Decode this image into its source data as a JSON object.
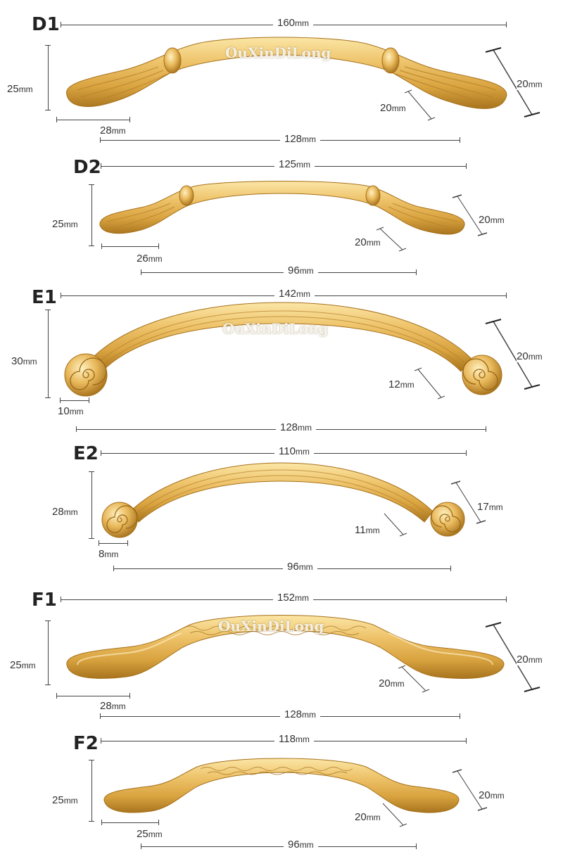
{
  "colors": {
    "gold_light": "#f8dc8f",
    "gold_mid": "#e3b24f",
    "gold_dark": "#b57f23",
    "line": "#444444"
  },
  "watermark": "OuXinDiLong",
  "handles": [
    {
      "model": "D1",
      "total": "160",
      "height": "25",
      "end_width": "28",
      "center": "128",
      "depth": "20",
      "bar": "20",
      "unit": "mm"
    },
    {
      "model": "D2",
      "total": "125",
      "height": "25",
      "end_width": "26",
      "center": "96",
      "depth": "20",
      "bar": "20",
      "unit": "mm"
    },
    {
      "model": "E1",
      "total": "142",
      "height": "30",
      "end_width": "10",
      "center": "128",
      "depth": "20",
      "bar": "12",
      "unit": "mm"
    },
    {
      "model": "E2",
      "total": "110",
      "height": "28",
      "end_width": "8",
      "center": "96",
      "depth": "17",
      "bar": "11",
      "unit": "mm"
    },
    {
      "model": "F1",
      "total": "152",
      "height": "25",
      "end_width": "28",
      "center": "128",
      "depth": "20",
      "bar": "20",
      "unit": "mm"
    },
    {
      "model": "F2",
      "total": "118",
      "height": "25",
      "end_width": "25",
      "center": "96",
      "depth": "20",
      "bar": "20",
      "unit": "mm"
    }
  ]
}
